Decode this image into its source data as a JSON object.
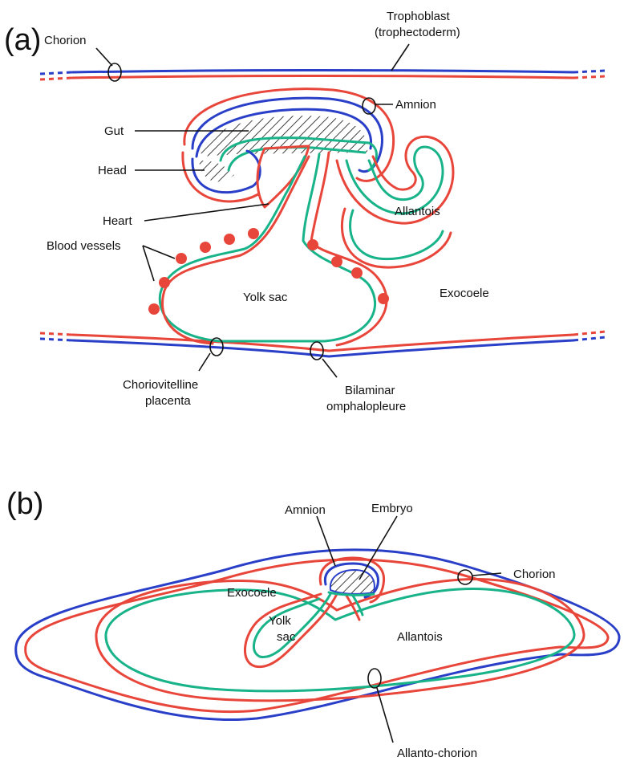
{
  "panel_a": {
    "tag": "(a)",
    "labels": {
      "chorion": "Chorion",
      "trophoblast_1": "Trophoblast",
      "trophoblast_2": "(trophectoderm)",
      "amnion": "Amnion",
      "gut": "Gut",
      "head": "Head",
      "heart": "Heart",
      "allantois": "Allantois",
      "blood_vessels": "Blood vessels",
      "yolk_sac": "Yolk sac",
      "exocoele": "Exocoele",
      "choriovitelline_1": "Choriovitelline",
      "choriovitelline_2": "placenta",
      "bilaminar_1": "Bilaminar",
      "bilaminar_2": "omphalopleure"
    }
  },
  "panel_b": {
    "tag": "(b)",
    "labels": {
      "amnion": "Amnion",
      "embryo": "Embryo",
      "chorion": "Chorion",
      "exocoele": "Exocoele",
      "yolk_1": "Yolk",
      "yolk_2": "sac",
      "allantois": "Allantois",
      "allanto_chorion": "Allanto-chorion"
    }
  },
  "colors": {
    "ectoderm": "#2a3fc8",
    "mesoderm": "#e8463a",
    "endoderm": "#19b38a"
  }
}
